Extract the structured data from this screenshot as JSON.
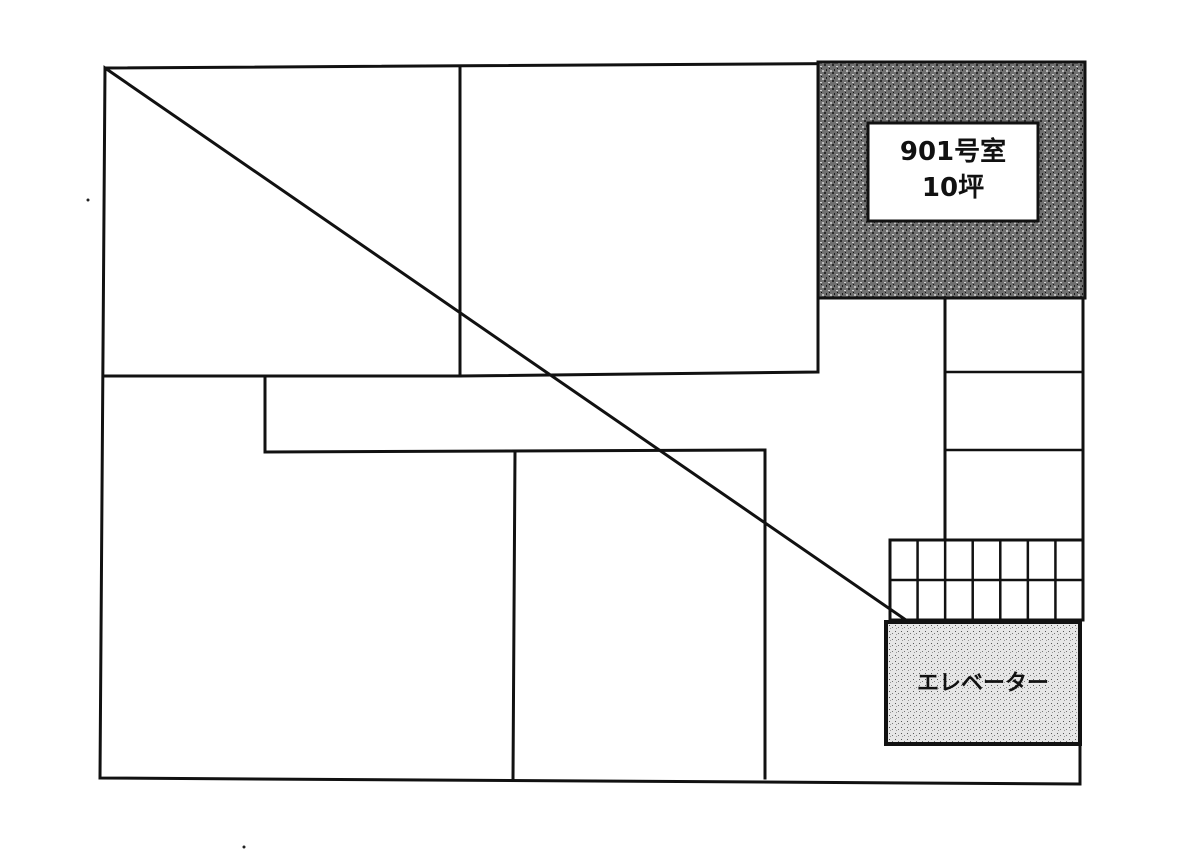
{
  "unit": {
    "number": "901号室",
    "area": "10坪",
    "fill_color": "#6f6f6f",
    "label_bg": "#ffffff"
  },
  "elevator": {
    "label": "エレベーター",
    "fill_color": "#d9d9d9"
  },
  "colors": {
    "line": "#111111",
    "background": "#ffffff"
  }
}
